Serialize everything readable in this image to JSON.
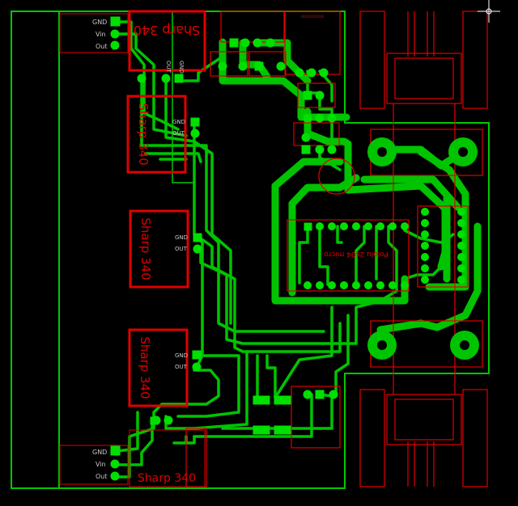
{
  "colors": {
    "background": "#000000",
    "copper": "#00c400",
    "copper_pin": "#00e000",
    "outline": "#00c800",
    "silkscreen": "#e00000",
    "pin_text": "#c8c8c8",
    "cursor": "#ffffff"
  },
  "sensors": [
    {
      "label": "Sharp 340",
      "pins": [
        "GND",
        "OUT"
      ]
    },
    {
      "label": "Sharp 340",
      "pins": [
        "GND",
        "OUT"
      ]
    },
    {
      "label": "Sharp 340",
      "pins": [
        "GND",
        "OUT"
      ]
    },
    {
      "label": "Sharp 340",
      "pins": [
        "GND",
        "OUT"
      ]
    },
    {
      "label": "Sharp 340"
    }
  ],
  "top_connector": {
    "pins": [
      "GND",
      "Vin",
      "Out"
    ]
  },
  "bottom_connector": {
    "pins": [
      "GND",
      "Vin",
      "Out"
    ]
  },
  "module": {
    "label": "Pololu 2s04 micro"
  },
  "small_text": "XXXXXXXXXXXX"
}
